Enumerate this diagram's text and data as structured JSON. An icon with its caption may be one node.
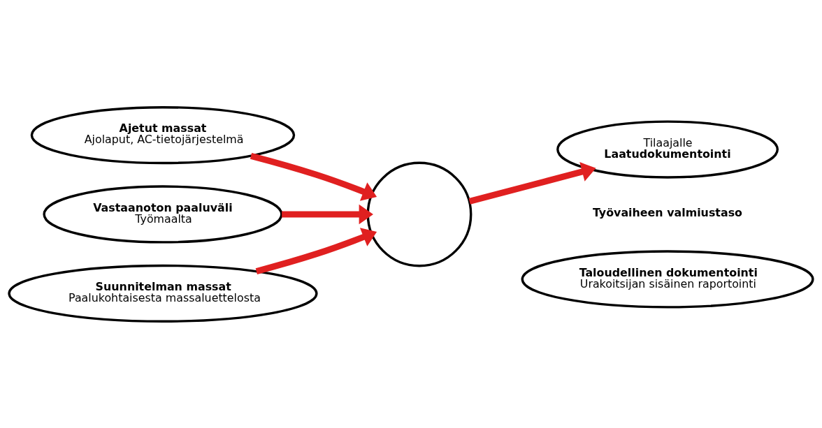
{
  "diagram": {
    "nodes": [
      {
        "text": [
          "Ajetut massat",
          "Ajolaput, AC-tietojärjestelmä"
        ]
      },
      {
        "text": [
          "Vastaanoton paaluväli",
          "Työmaalta"
        ]
      },
      {
        "text": [
          "Suunnitelman massat",
          "Paalukohtaisesta massaluettelosta"
        ]
      },
      {
        "text": [],
        "shape": "circle"
      },
      {
        "text": [
          "Tilaajalle",
          "Laatudokumentointi"
        ]
      },
      {
        "text": [
          "Taloudellinen dokumentointi",
          "Urakoitsijan sisäinen raportointi"
        ]
      }
    ],
    "edges": [
      {
        "from": 0,
        "to": 3,
        "arrow": "to"
      },
      {
        "from": 1,
        "to": 3,
        "arrow": "to"
      },
      {
        "from": 2,
        "to": 3,
        "arrow": "to"
      },
      {
        "from": 3,
        "to": 4,
        "arrow": "to"
      }
    ],
    "labels": [
      "Työvaiheen valmiustaso"
    ]
  }
}
